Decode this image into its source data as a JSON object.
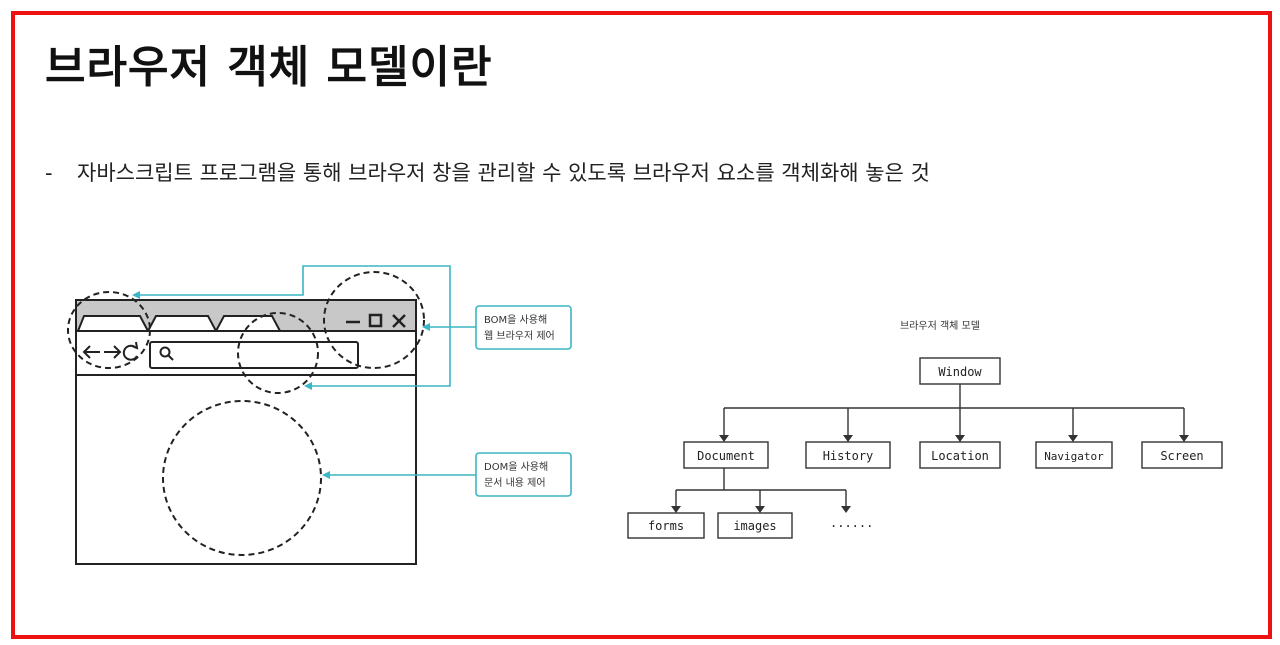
{
  "slide": {
    "title": "브라우저 객체 모델이란",
    "bullet_marker": "-",
    "bullet_text": "자바스크립트 프로그램을 통해 브라우저 창을 관리할 수 있도록 브라우저 요소를 객체화해 놓은 것"
  },
  "browser_illustration": {
    "bom_callout": [
      "BOM을 사용해",
      "웹 브라우저 제어"
    ],
    "dom_callout": [
      "DOM을 사용해",
      "문서 내용 제어"
    ]
  },
  "tree_diagram": {
    "title": "브라우저 객체 모델",
    "root": "Window",
    "children": [
      "Document",
      "History",
      "Location",
      "Navigator",
      "Screen"
    ],
    "document_children": [
      "forms",
      "images",
      "......"
    ]
  },
  "colors": {
    "frame_border": "#ee1111",
    "callout_line": "#3ab6c4",
    "sketch_line": "#222222",
    "tab_bar": "#c8c8c8"
  }
}
